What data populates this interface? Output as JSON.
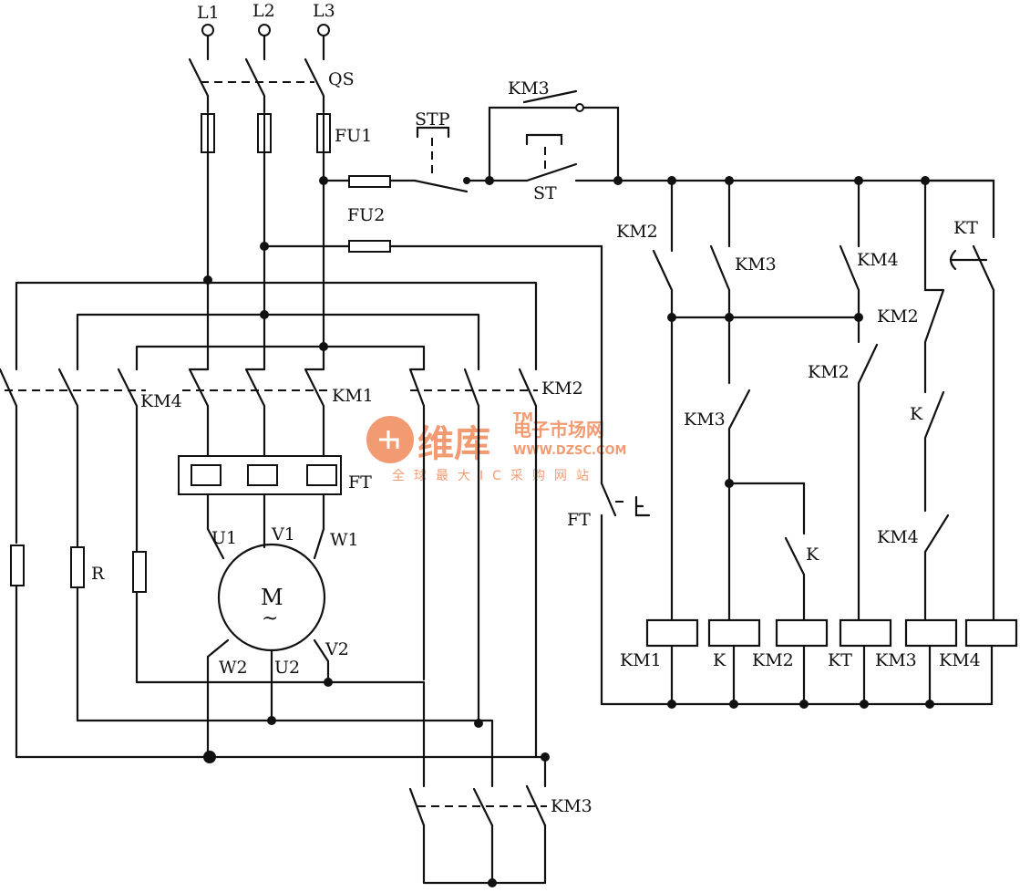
{
  "terminals": {
    "l1": "L1",
    "l2": "L2",
    "l3": "L3"
  },
  "switches": {
    "qs": "QS",
    "stp": "STP",
    "st": "ST"
  },
  "fuses": {
    "fu1": "FU1",
    "fu2": "FU2"
  },
  "main_contacts": {
    "km1": "KM1",
    "km2": "KM2",
    "km3": "KM3",
    "km4": "KM4"
  },
  "overload": {
    "ft": "FT",
    "ft_contact": "FT"
  },
  "resistor": {
    "r": "R"
  },
  "motor": {
    "symbol": "M",
    "ac": "~",
    "terminals": {
      "u1": "U1",
      "v1": "V1",
      "w1": "W1",
      "u2": "U2",
      "v2": "V2",
      "w2": "W2"
    }
  },
  "control": {
    "km3_hold": "KM3",
    "km2_aux": "KM2",
    "km3_aux": "KM3",
    "km4_aux": "KM4",
    "kt_contact": "KT",
    "km2_nc_col4": "KM2",
    "km2_nc_col3": "KM2",
    "km3_nc_col2": "KM3",
    "k_col4": "K",
    "k_col2": "K",
    "km4_nc_col4": "KM4"
  },
  "coils": [
    "KM1",
    "K",
    "KM2",
    "KT",
    "KM3",
    "KM4"
  ],
  "watermark": {
    "brand": "维库",
    "site": "电子市场网",
    "tm": "TM",
    "url": "WWW.DZSC.COM",
    "slogan": "全球最大IC采购网站"
  }
}
